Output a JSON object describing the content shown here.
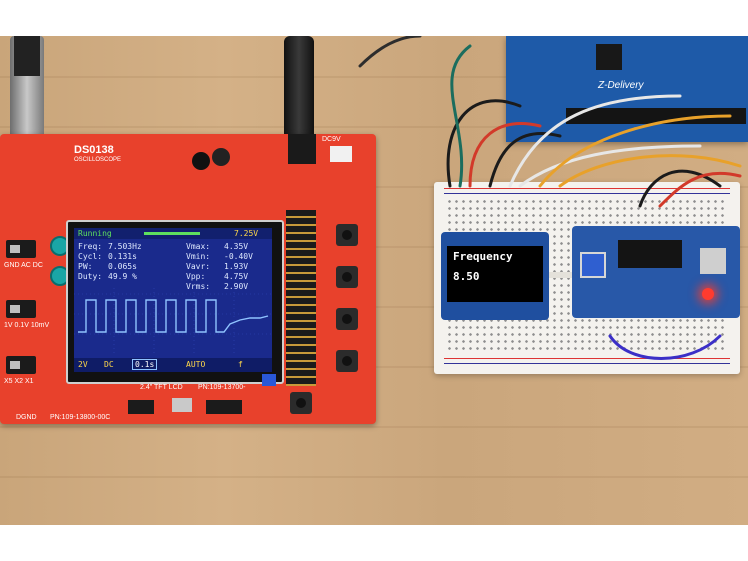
{
  "scope": {
    "model": "DS0138",
    "model_sub": "OSCILLOSCOPE",
    "status": "Running",
    "trigger_level": "7.25V",
    "readouts_left": [
      {
        "label": "Freq:",
        "value": "7.503Hz"
      },
      {
        "label": "Cycl:",
        "value": "0.131s"
      },
      {
        "label": "PW:",
        "value": "0.065s"
      },
      {
        "label": "Duty:",
        "value": "49.9 %"
      }
    ],
    "readouts_right": [
      {
        "label": "Vmax:",
        "value": "4.35V"
      },
      {
        "label": "Vmin:",
        "value": "-0.40V"
      },
      {
        "label": "Vavr:",
        "value": "1.93V"
      },
      {
        "label": "Vpp:",
        "value": "4.75V"
      },
      {
        "label": "Vrms:",
        "value": "2.90V"
      }
    ],
    "bottom_bar": [
      "2V",
      "DC",
      "0.1s",
      "AUTO",
      "f"
    ],
    "lcd_label": "2.4\" TFT LCD",
    "pcb_part": "PN:109-13800-00C",
    "pcb_part2": "PN:109-13700-",
    "dgnd": "DGND",
    "coupling": "GND AC DC",
    "sens": "1V 0.1V 10mV",
    "mult": "X5 X2 X1",
    "power": "DC9V"
  },
  "oled": {
    "line1": "Frequency",
    "line2": "8.50"
  },
  "arduino": {
    "brand": "Z-Delivery"
  },
  "colors": {
    "pcb": "#e8412c",
    "lcd_bg": "#1a2a8c",
    "wave": "#8fc3ff",
    "oled_bg": "#000000",
    "oled_text": "#ffffff",
    "arduino": "#1e5aa8"
  }
}
